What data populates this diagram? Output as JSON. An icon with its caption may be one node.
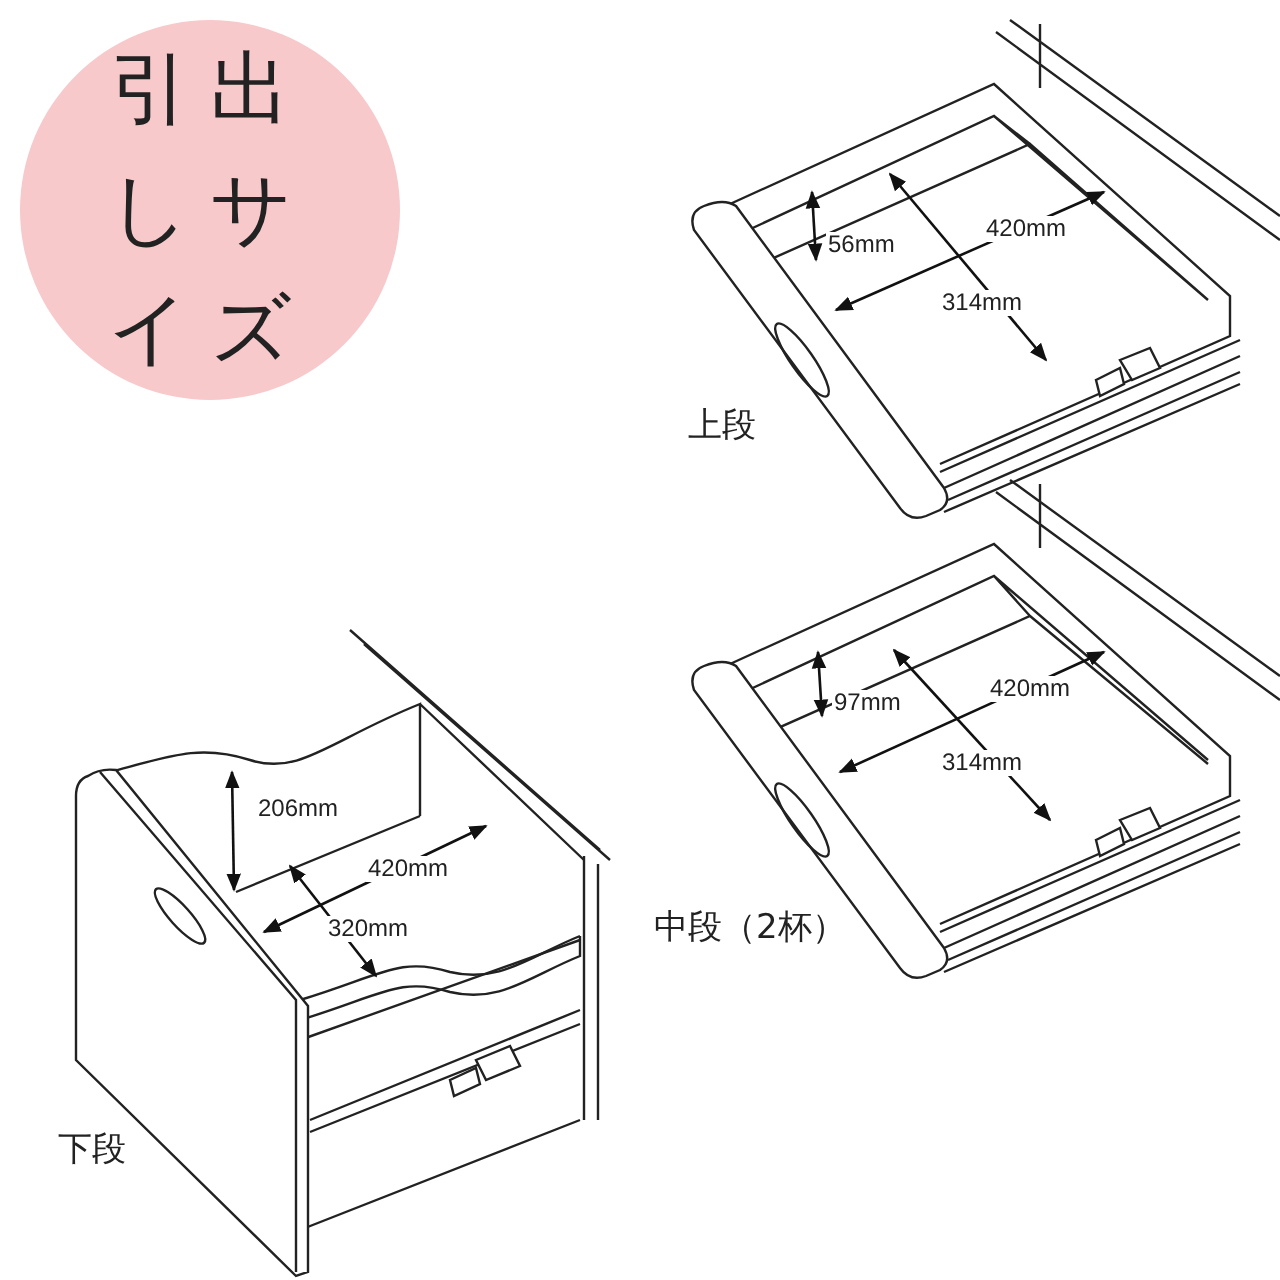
{
  "diagram": {
    "nodes": [
      {
        "text": [
          "引出しサイズ"
        ]
      }
    ],
    "edges": [],
    "labels": [
      "56mm",
      "420mm",
      "314mm",
      "上段",
      "97mm",
      "420mm",
      "314mm",
      "中段（2杯）",
      "206mm",
      "420mm",
      "320mm",
      "下段"
    ]
  }
}
